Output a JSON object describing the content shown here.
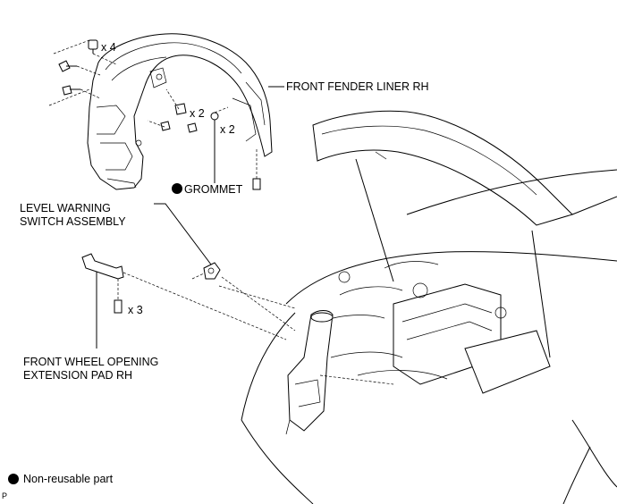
{
  "labels": {
    "front_fender_liner": "FRONT FENDER LINER RH",
    "grommet": "GROMMET",
    "level_warning_switch": "LEVEL WARNING\nSWITCH ASSEMBLY",
    "front_wheel_opening_pad": "FRONT WHEEL OPENING\nEXTENSION PAD RH"
  },
  "quantities": {
    "clip_liner_top": "x 4",
    "clip_liner_mid": "x 2",
    "grommet_qty": "x 2",
    "pad_screw": "x 3"
  },
  "legend": {
    "non_reusable": "Non-reusable part"
  },
  "corner_code": "P"
}
